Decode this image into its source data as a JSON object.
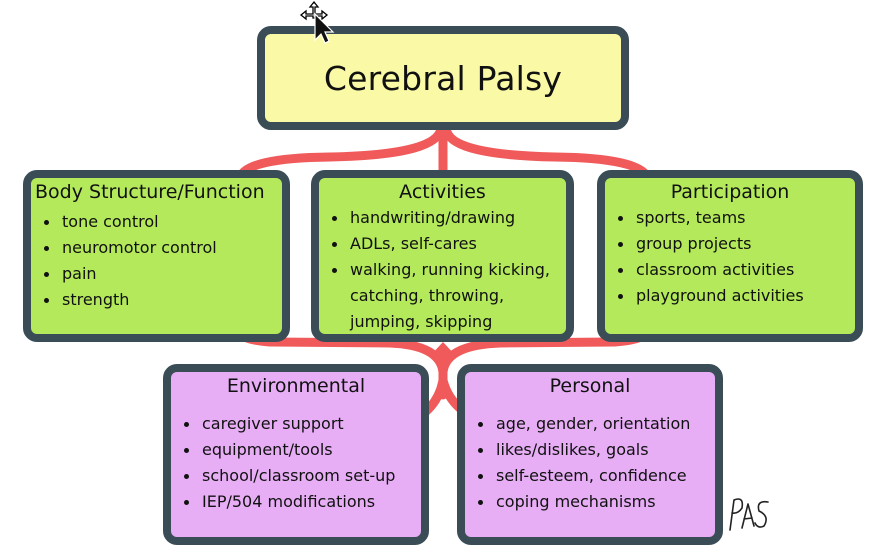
{
  "title": "Cerebral Palsy",
  "boxes": {
    "body": {
      "heading": "Body Structure/Function",
      "items": [
        "tone control",
        "neuromotor control",
        "pain",
        "strength"
      ]
    },
    "activities": {
      "heading": "Activities",
      "items": [
        "handwriting/drawing",
        "ADLs, self-cares",
        "walking, running kicking, catching, throwing, jumping, skipping"
      ]
    },
    "participation": {
      "heading": "Participation",
      "items": [
        "sports, teams",
        "group projects",
        "classroom activities",
        "playground activities"
      ]
    },
    "environmental": {
      "heading": "Environmental",
      "items": [
        "caregiver support",
        "equipment/tools",
        "school/classroom set-up",
        "IEP/504 modifications"
      ]
    },
    "personal": {
      "heading": "Personal",
      "items": [
        "age, gender, orientation",
        "likes/dislikes, goals",
        "self-esteem, confidence",
        "coping mechanisms"
      ]
    }
  },
  "signature": "PAS",
  "colors": {
    "title_fill": "#fafaa6",
    "green_fill": "#b3e95a",
    "purple_fill": "#e7aef5",
    "border": "#3a4d56",
    "arrow": "#f05a5a"
  }
}
